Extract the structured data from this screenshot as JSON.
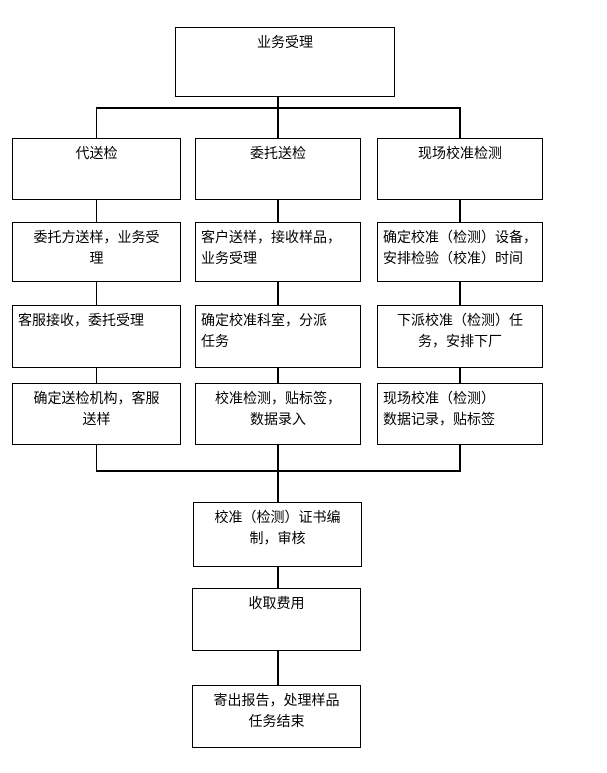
{
  "diagram": {
    "type": "flowchart",
    "colors": {
      "line": "#000000",
      "background": "#ffffff",
      "text": "#000000"
    },
    "nodes": {
      "start": {
        "label": "业务受理"
      },
      "col1_header": {
        "label": "代送检"
      },
      "col2_header": {
        "label": "委托送检"
      },
      "col3_header": {
        "label": "现场校准检测"
      },
      "col1_step1": {
        "label": "委托方送样，业务受\n理"
      },
      "col2_step1": {
        "label": "客户送样，接收样品，\n业务受理"
      },
      "col3_step1": {
        "label": "确定校准（检测）设备，\n安排检验（校准）时间"
      },
      "col1_step2": {
        "label": "客服接收，委托受理"
      },
      "col2_step2": {
        "label": "确定校准科室，分派\n任务"
      },
      "col3_step2": {
        "label": "下派校准（检测）任\n务，安排下厂"
      },
      "col1_step3": {
        "label": "确定送检机构，客服\n送样"
      },
      "col2_step3": {
        "label": "校准检测，贴标签，\n数据录入"
      },
      "col3_step3": {
        "label": "现场校准（检测）\n数据记录，贴标签"
      },
      "merge_cert": {
        "label": "校准（检测）证书编\n制，审核"
      },
      "merge_fee": {
        "label": "收取费用"
      },
      "merge_final": {
        "label": "寄出报告，处理样品\n任务结束"
      }
    }
  }
}
